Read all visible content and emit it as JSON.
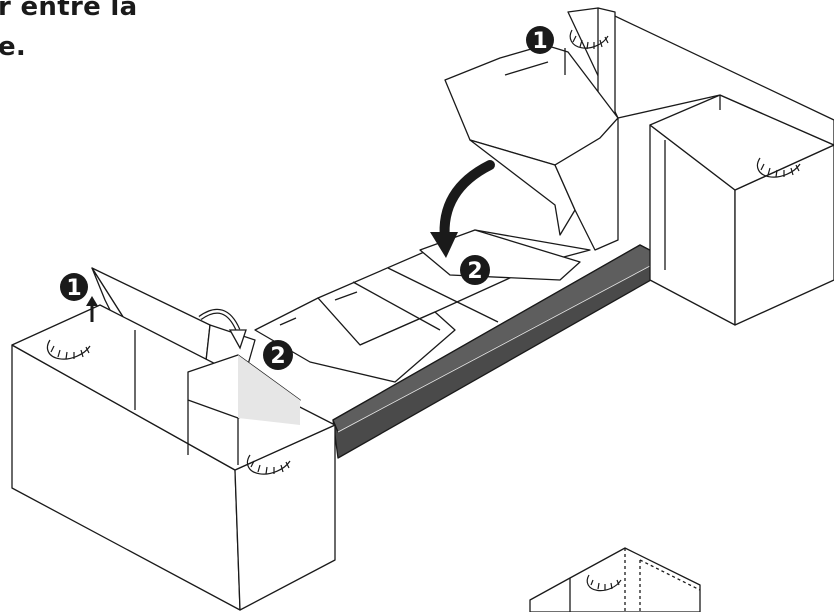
{
  "caption": {
    "line1": "r entre la",
    "line2": "e."
  },
  "steps": {
    "step1": "1",
    "step2": "2"
  },
  "colors": {
    "ink": "#1a1a1a",
    "rail": "#4a4a4a",
    "rail_top": "#5e5e5e",
    "shadow": "#e6e6e6",
    "paper": "#ffffff"
  }
}
